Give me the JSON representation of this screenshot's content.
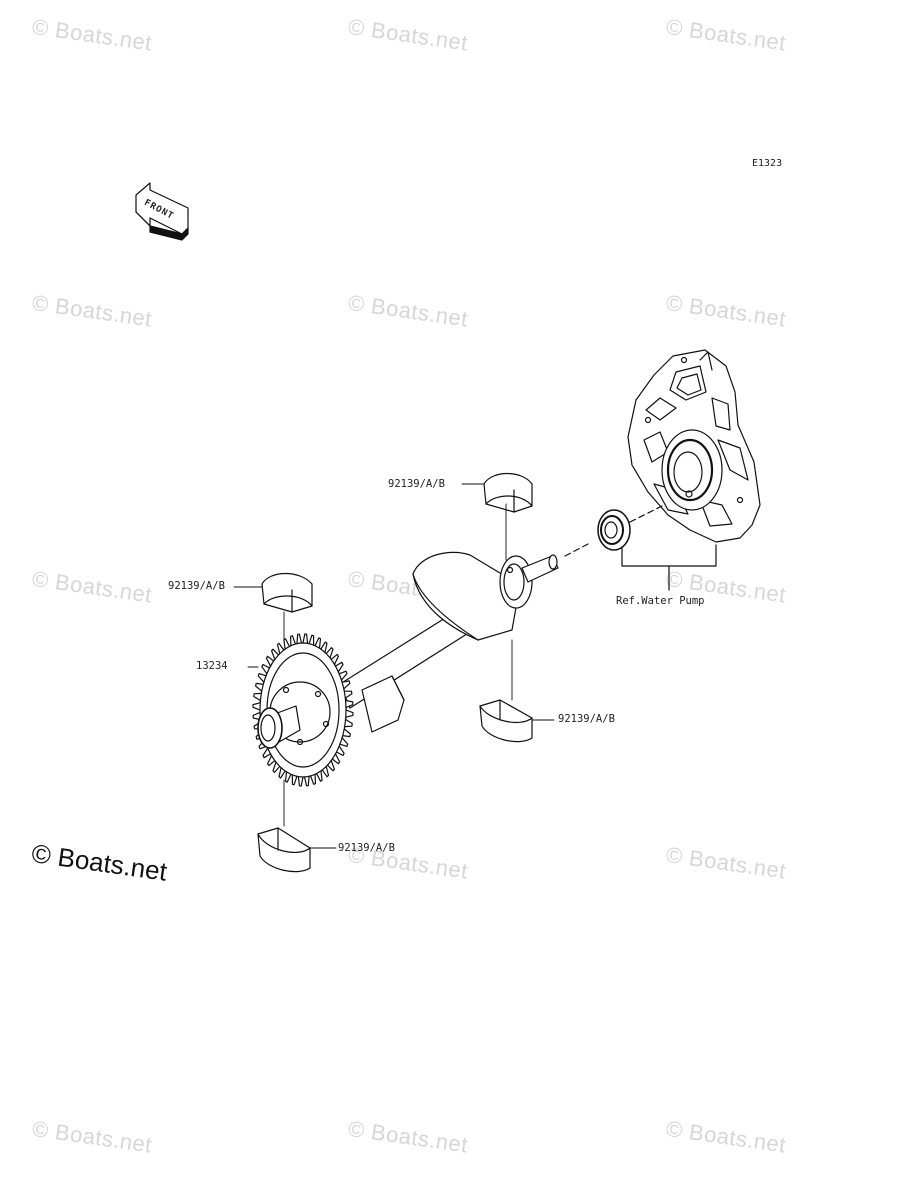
{
  "diagram_code": "E1323",
  "front_label": "FRONT",
  "watermark_text": "© Boats.net",
  "logo_text": "© Boats.net",
  "callouts": {
    "bearing_top": "92139/A/B",
    "bearing_left": "92139/A/B",
    "balancer_gear": "13234",
    "bearing_right": "92139/A/B",
    "bearing_bottom": "92139/A/B",
    "ref_water_pump": "Ref.Water Pump"
  }
}
